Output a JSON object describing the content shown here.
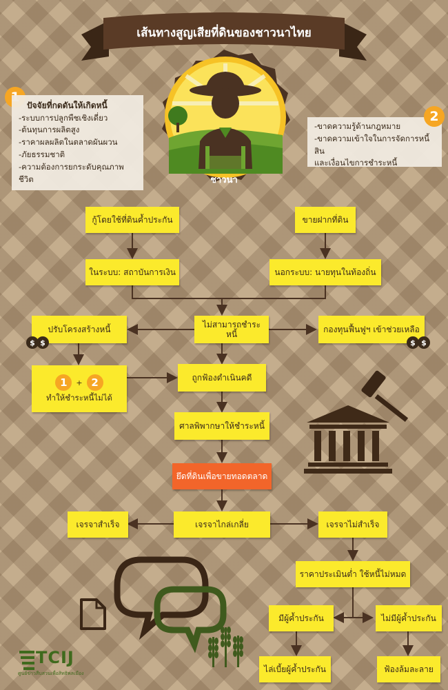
{
  "title": "เส้นทางสูญเสียที่ดินของชาวนาไทย",
  "farmer_label": "ชาวนา",
  "factor1": {
    "number": "1",
    "heading": "ปัจจัยที่กดดันให้เกิดหนี้",
    "items": [
      "-ระบบการปลูกพืชเชิงเดี่ยว",
      "-ต้นทุนการผลิตสูง",
      "-ราคาผลผลิตในตลาดผันผวน",
      "-ภัยธรรมชาติ",
      "-ความต้องการยกระดับคุณภาพชีวิต"
    ]
  },
  "factor2": {
    "number": "2",
    "items": [
      "-ขาดความรู้ด้านกฎหมาย",
      "-ขาดความเข้าใจในการจัดการหนี้สิน",
      "และเงื่อนไขการชำระหนี้"
    ]
  },
  "flow": {
    "loan_collateral": "กู้โดยใช้ที่ดินค้ำประกัน",
    "sell_consign": "ขายฝากที่ดิน",
    "formal_system": "ในระบบ: สถาบันการเงิน",
    "informal_system": "นอกระบบ: นายทุนในท้องถิ่น",
    "cannot_pay": "ไม่สามารถชำระหนี้",
    "restructure": "ปรับโครงสร้างหนี้",
    "rehab_fund": "กองทุนฟื้นฟูฯ เข้าช่วยเหลือ",
    "combo_num1": "1",
    "combo_plus": "+",
    "combo_num2": "2",
    "combo_text": "ทำให้ชำระหนี้ไม่ได้",
    "sued": "ถูกฟ้องดำเนินคดี",
    "court_order": "ศาลพิพากษาให้ชำระหนี้",
    "seize_land": "ยึดที่ดินเพื่อขายทอดตลาด",
    "mediate": "เจรจาไกล่เกลี่ย",
    "success": "เจรจาสำเร็จ",
    "fail": "เจรจาไม่สำเร็จ",
    "low_appraisal": "ราคาประเมินต่ำ ใช้หนี้ไม่หมด",
    "has_guarantor": "มีผู้ค้ำประกัน",
    "no_guarantor": "ไม่มีผู้ค้ำประกัน",
    "sue_guarantor": "ไล่เบี้ยผู้ค้ำประกัน",
    "bankrupt": "ฟ้องล้มละลาย"
  },
  "logo": {
    "name": "TCIJ",
    "tagline": "ศูนย์ข่าวสืบสวนเพื่อสิทธิพลเมือง"
  },
  "colors": {
    "box": "#fbea2c",
    "highlight": "#f2652a",
    "brown": "#4a3222",
    "green": "#3f6a1d",
    "badge": "#f6a623"
  },
  "icons": [
    "gavel-icon",
    "courthouse-icon",
    "speech-bubbles-icon",
    "document-icon",
    "rice-icon",
    "coin-icon"
  ]
}
